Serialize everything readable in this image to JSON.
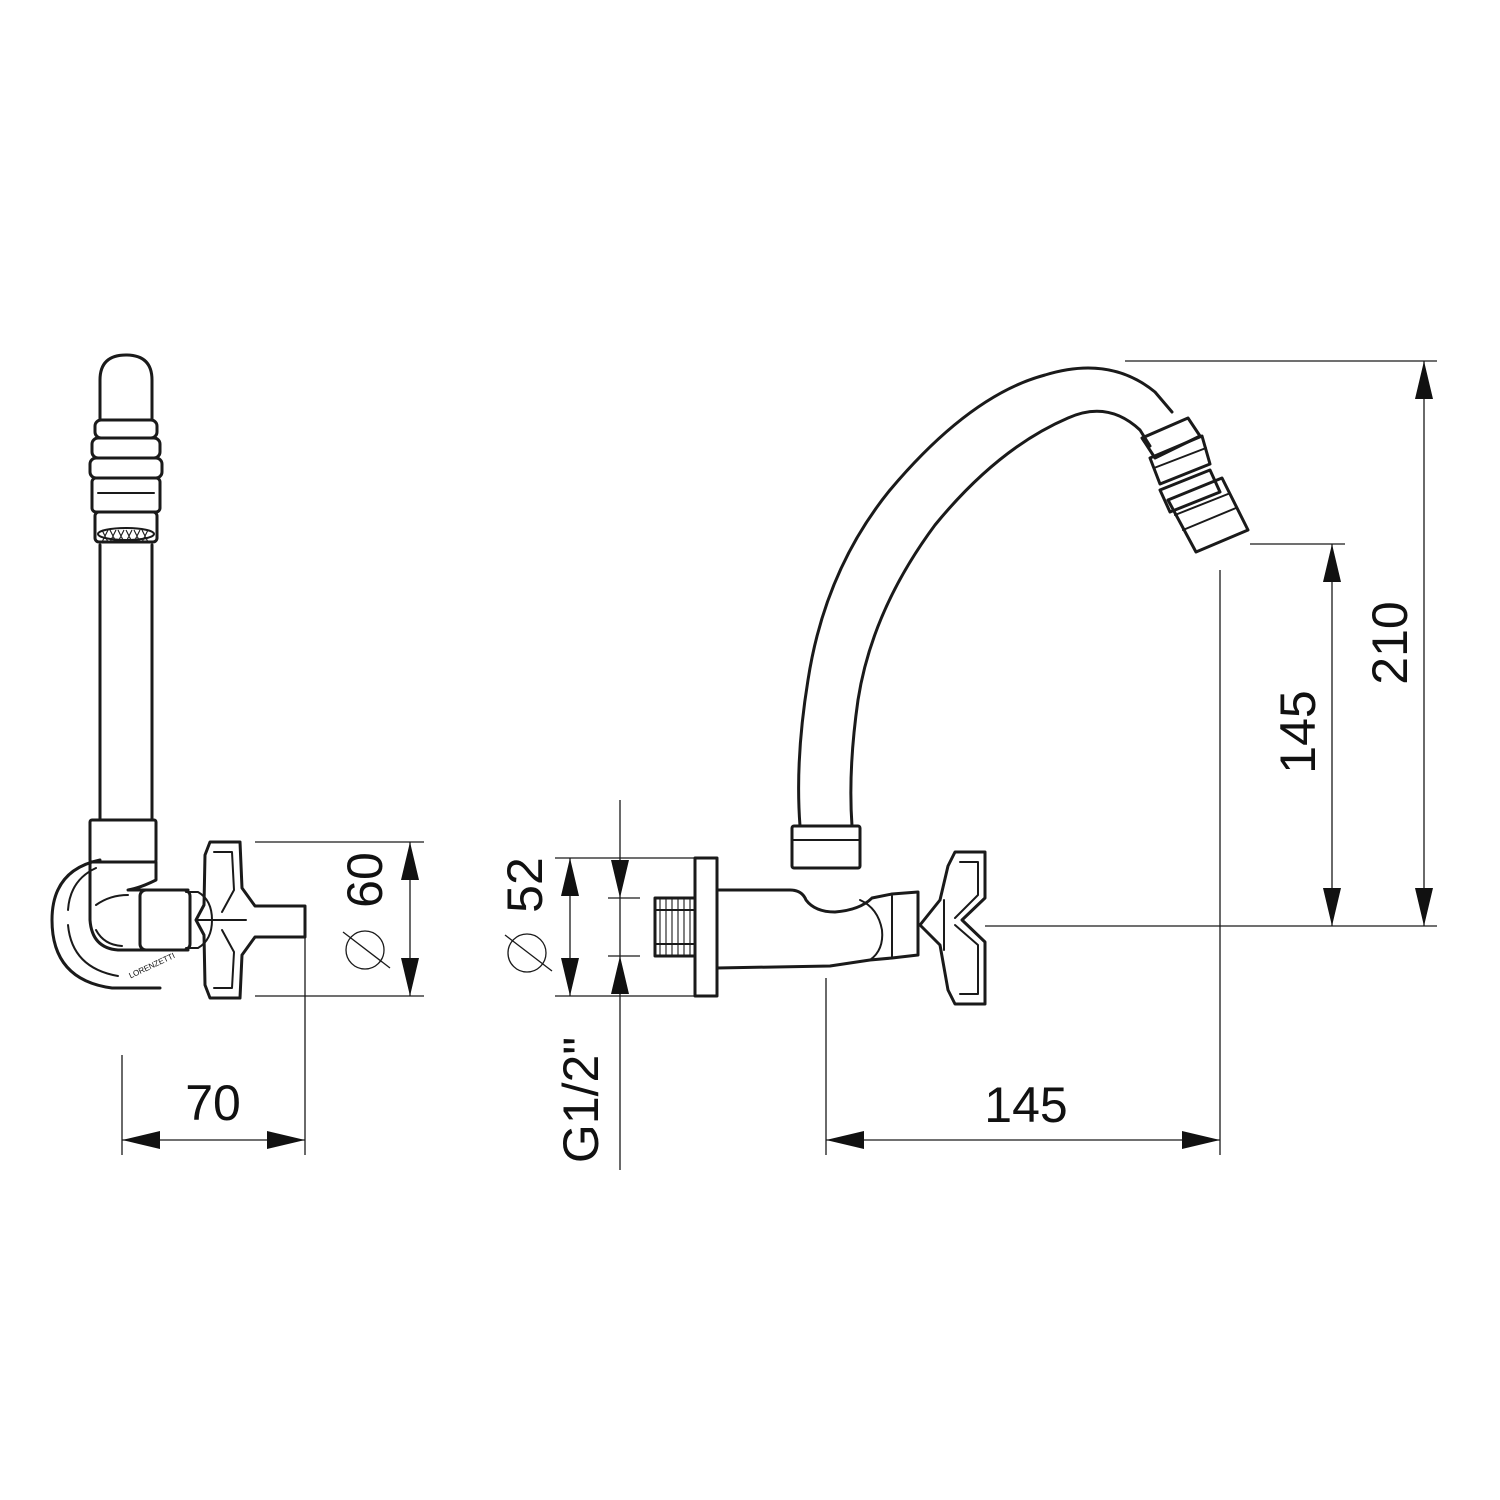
{
  "dimensions": {
    "side_width": "70",
    "escutcheon_height": "60",
    "thread_diameter": "52",
    "thread_size": "G1/2\"",
    "spout_reach": "145",
    "outlet_height": "145",
    "total_height": "210"
  },
  "brand_mark": "LORENZETTI"
}
